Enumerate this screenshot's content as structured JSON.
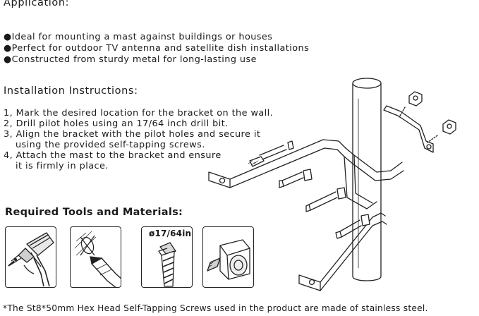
{
  "application": {
    "heading": "Application:",
    "bullets": [
      "●Ideal for mounting a mast against buildings or houses",
      "●Perfect for outdoor TV antenna and satellite dish installations",
      "●Constructed from sturdy metal for long-lasting use"
    ]
  },
  "installation": {
    "heading": "Installation Instructions:",
    "lines": [
      "1, Mark the desired location for the bracket on the wall.",
      "2, Drill pilot holes using an 17/64 inch drill bit.",
      "3, Align the bracket with the pilot holes and secure it",
      "using the provided self-tapping screws.",
      "4, Attach the mast to the bracket and ensure",
      "it is firmly in place."
    ]
  },
  "tools": {
    "heading": "Required Tools and Materials:",
    "items": [
      {
        "icon": "power-drill-icon"
      },
      {
        "icon": "pencil-mark-icon"
      },
      {
        "icon": "drill-bit-icon",
        "label": "ø17/64in"
      },
      {
        "icon": "measuring-tape-icon"
      }
    ]
  },
  "footnote": "*The St8*50mm Hex Head Self-Tapping Screws used  in the product are made of stainless steel."
}
